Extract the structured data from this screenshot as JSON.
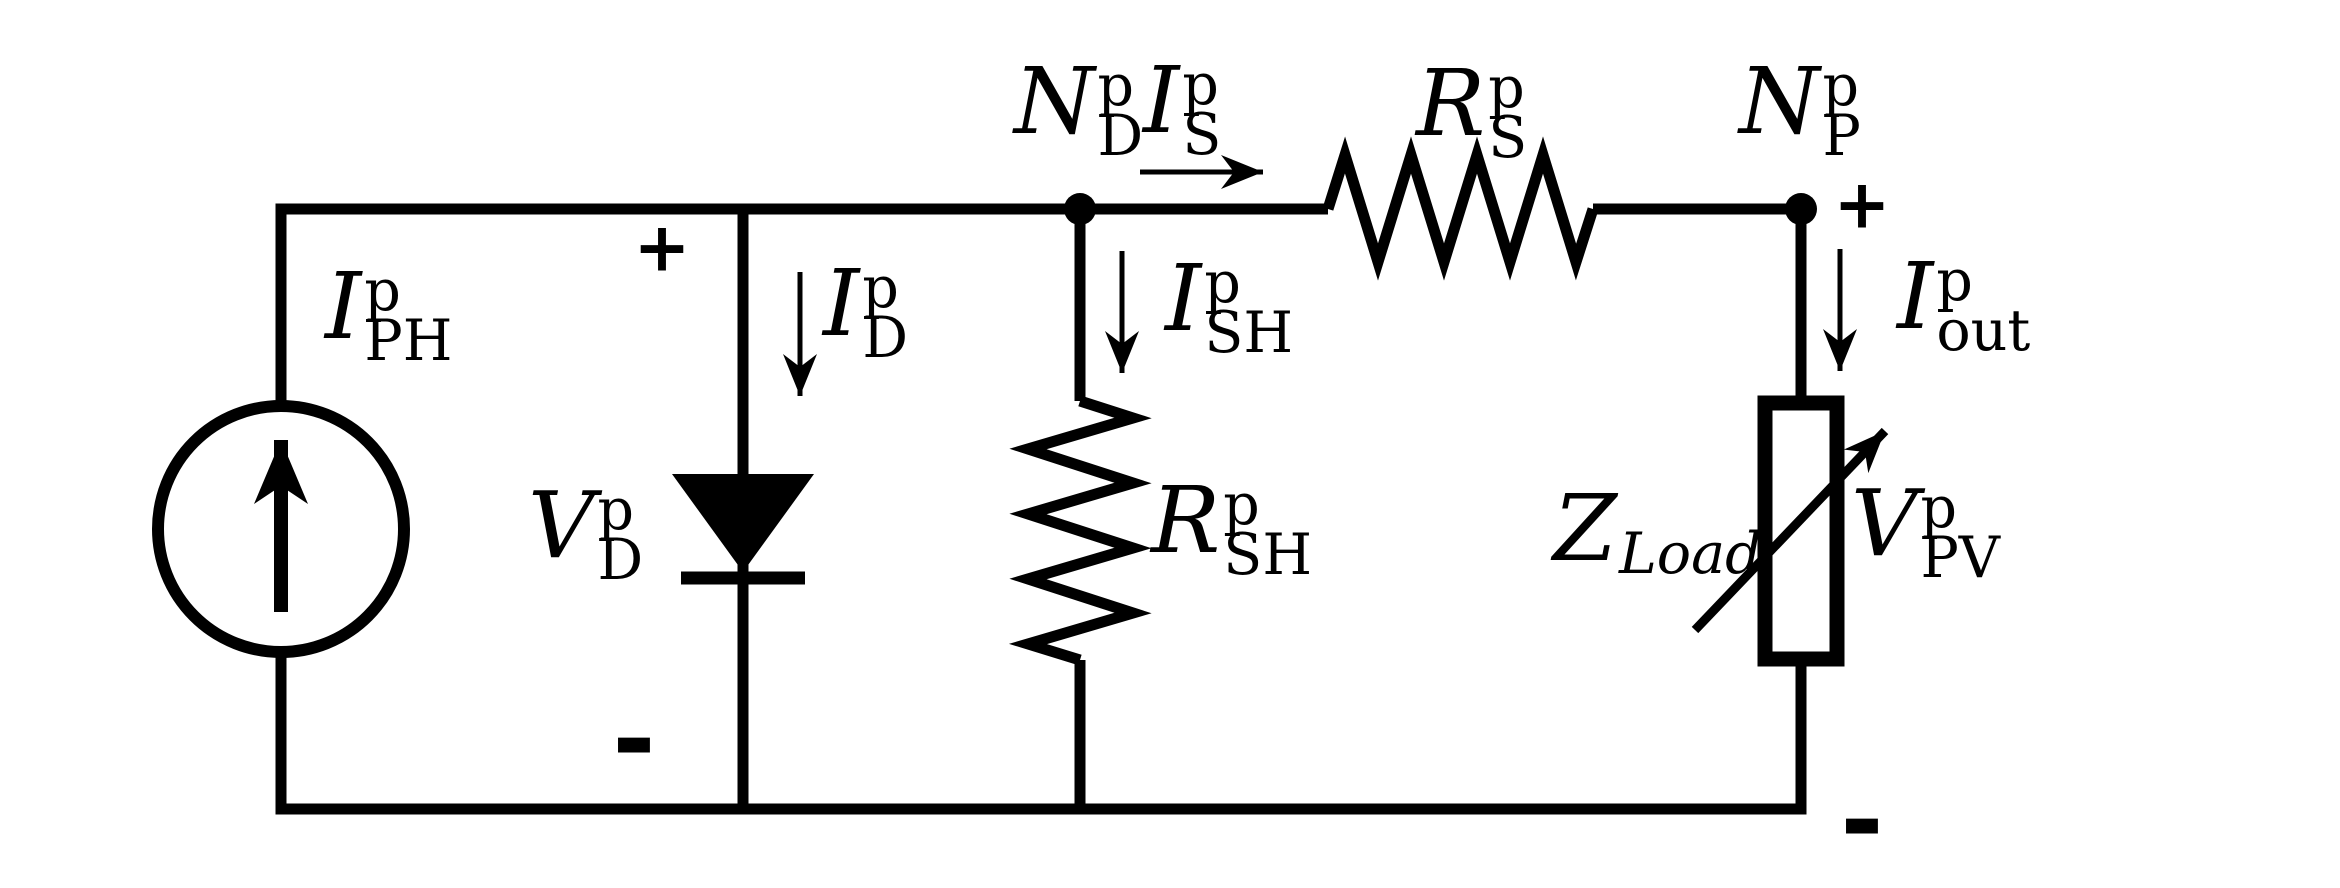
{
  "labels": {
    "photocurrent": {
      "base": "I",
      "sup": "p",
      "sub": "PH"
    },
    "diode_voltage": {
      "base": "V",
      "sup": "p",
      "sub": "D"
    },
    "diode_current": {
      "base": "I",
      "sup": "p",
      "sub": "D"
    },
    "node_diode": {
      "base": "N",
      "sup": "p",
      "sub": "D"
    },
    "series_current": {
      "base": "I",
      "sup": "p",
      "sub": "S"
    },
    "shunt_current": {
      "base": "I",
      "sup": "p",
      "sub": "SH"
    },
    "shunt_resistance": {
      "base": "R",
      "sup": "p",
      "sub": "SH"
    },
    "series_resistance": {
      "base": "R",
      "sup": "p",
      "sub": "S"
    },
    "node_pv": {
      "base": "N",
      "sup": "p",
      "sub": "P"
    },
    "output_current": {
      "base": "I",
      "sup": "p",
      "sub": "out"
    },
    "load_impedance": {
      "base": "Z",
      "sub": "Load"
    },
    "pv_voltage": {
      "base": "V",
      "sup": "p",
      "sub": "PV"
    }
  },
  "polarity": {
    "diode_plus": "+",
    "diode_minus": "-",
    "output_plus": "+",
    "output_minus": "-"
  },
  "colors": {
    "ink": "#000000",
    "background": "#ffffff"
  }
}
